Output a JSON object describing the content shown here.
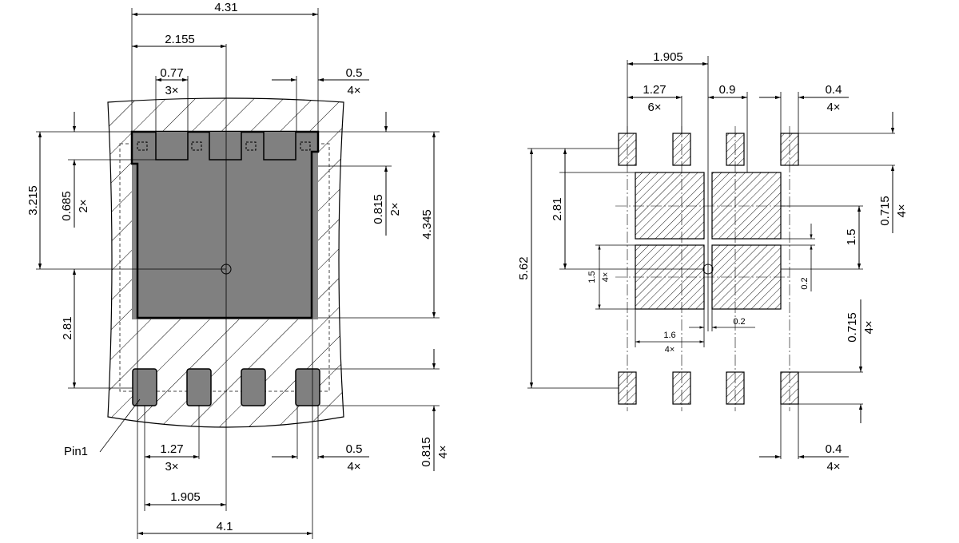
{
  "left_view": {
    "dims": {
      "overall_width": "4.31",
      "half_width": "2.155",
      "tab_width": "0.77",
      "tab_count": "3×",
      "edge_notch": "0.5",
      "edge_notch_count": "4×",
      "pad_to_center": "3.215",
      "tab_depth": "0.685",
      "tab_depth_count": "2×",
      "side_overhang": "0.815",
      "side_overhang_count": "2×",
      "pad_height": "4.345",
      "center_to_pins": "2.81",
      "pin_length": "0.815",
      "pin_length_count": "4×",
      "pin_pitch": "1.27",
      "pin_pitch_count": "3×",
      "bottom_notch": "0.5",
      "bottom_notch_count": "4×",
      "pin_span": "1.905",
      "bottom_width": "4.1"
    },
    "pin1_label": "Pin1"
  },
  "right_view": {
    "dims": {
      "pad_span": "1.905",
      "pitch": "1.27",
      "pitch_count": "6×",
      "gap": "0.9",
      "pad_width": "0.4",
      "pad_width_count": "4×",
      "overall_height": "5.62",
      "upper_height": "2.81",
      "pad_height": "0.715",
      "pad_height_count": "4×",
      "inner_pad_height": "1.5",
      "inner_pad_height_small": "1.5",
      "inner_pad_height_count": "4×",
      "inner_gap": "0.2",
      "inner_pad_width": "1.6",
      "inner_pad_width_count": "4×",
      "inner_gap_bottom": "0.2",
      "bottom_pad_height": "0.715",
      "bottom_pad_height_count": "4×",
      "bottom_pad_width": "0.4",
      "bottom_pad_width_count": "4×"
    }
  }
}
